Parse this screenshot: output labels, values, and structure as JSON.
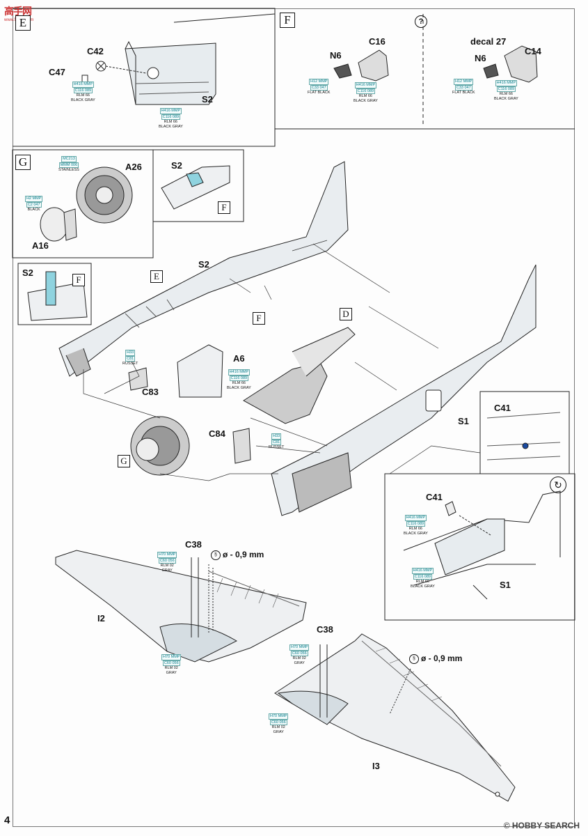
{
  "logo": {
    "text": "高手网",
    "sub": "www.51sjw.com"
  },
  "page_number": "4",
  "watermark": "© HOBBY SEARCH",
  "steps": {
    "E_top": "E",
    "F": "F",
    "G": "G"
  },
  "labels": {
    "C42": "C42",
    "C47": "C47",
    "S2_a": "S2",
    "N6_a": "N6",
    "C16": "C16",
    "decal": "decal 27",
    "N6_b": "N6",
    "C14": "C14",
    "A26": "A26",
    "A16": "A16",
    "S2_g": "S2",
    "S2_left": "S2",
    "S2_main": "S2",
    "A6": "A6",
    "C83": "C83",
    "C84": "C84",
    "S1": "S1",
    "C41_box": "C41",
    "C41": "C41",
    "S1_b": "S1",
    "C38_a": "C38",
    "I2": "I2",
    "C38_b": "C38",
    "I3": "I3"
  },
  "refs": {
    "E": "E",
    "F1": "F",
    "F2": "F",
    "F3": "F",
    "D": "D",
    "G": "G"
  },
  "drill": {
    "a": "ø - 0,9 mm",
    "b": "ø - 0,9 mm"
  },
  "question_mark": "?",
  "rotate_symbol": "↻",
  "paints": {
    "rlm66_a": {
      "codes": "H416 MMP",
      "line2": "C116 089",
      "name": "RLM 66\nBLACK GRAY"
    },
    "rlm66_b": {
      "codes": "H416 MMP",
      "line2": "C116 089",
      "name": "RLM 66\nBLACK GRAY"
    },
    "flat_black_a": {
      "codes": "H12 MMP",
      "line2": "C33 047",
      "name": "FLAT BLACK"
    },
    "rlm66_c": {
      "codes": "H416 MMP",
      "line2": "C116 089",
      "name": "RLM 66\nBLACK GRAY"
    },
    "flat_black_b": {
      "codes": "H12 MMP",
      "line2": "C33 047",
      "name": "FLAT BLACK"
    },
    "rlm66_d": {
      "codes": "H416 MMP",
      "line2": "C116 089",
      "name": "RLM 66\nBLACK GRAY"
    },
    "stainless": {
      "codes": "MC213",
      "line2": "MMM 006",
      "name": "STAINLESS"
    },
    "black": {
      "codes": "H2 MMP",
      "line2": "C2 047",
      "name": "BLACK"
    },
    "russet_a": {
      "codes": "H33",
      "line2": "C81",
      "name": "RUSSET"
    },
    "rlm66_e": {
      "codes": "H416 MMP",
      "line2": "C116 089",
      "name": "RLM 66\nBLACK GRAY"
    },
    "russet_b": {
      "codes": "H33",
      "line2": "C81",
      "name": "RUSSET"
    },
    "rlm66_f": {
      "codes": "H416 MMP",
      "line2": "C116 089",
      "name": "RLM 66\nBLACK GRAY"
    },
    "rlm66_g": {
      "codes": "H416 MMP",
      "line2": "C116 089",
      "name": "RLM 66\nBLACK GRAY"
    },
    "rlm02_a": {
      "codes": "H70 MMP",
      "line2": "C60 056",
      "name": "RLM 02\nGRAY"
    },
    "rlm02_b": {
      "codes": "H70 MMP",
      "line2": "C60 056",
      "name": "RLM 02\nGRAY"
    },
    "rlm02_c": {
      "codes": "H70 MMP",
      "line2": "C60 056",
      "name": "RLM 02\nGRAY"
    },
    "rlm02_d": {
      "codes": "H70 MMP",
      "line2": "C60 056",
      "name": "RLM 02\nGRAY"
    }
  }
}
